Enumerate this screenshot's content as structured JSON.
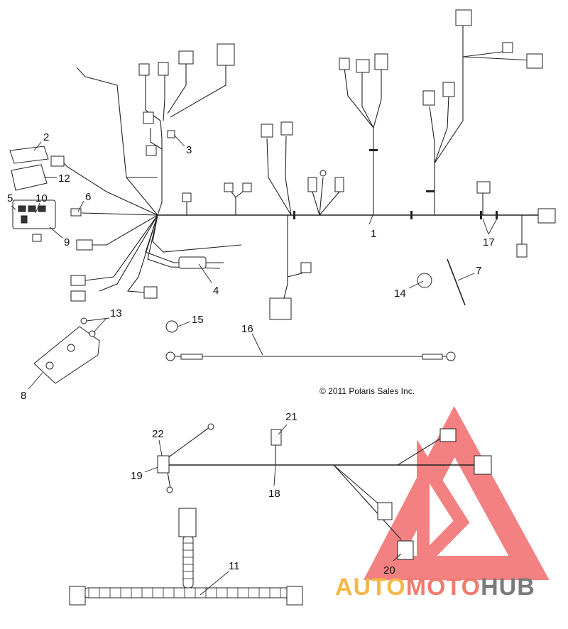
{
  "diagram": {
    "callouts": [
      {
        "id": "c1",
        "label": "1"
      },
      {
        "id": "c2",
        "label": "2"
      },
      {
        "id": "c3",
        "label": "3"
      },
      {
        "id": "c4",
        "label": "4"
      },
      {
        "id": "c5",
        "label": "5"
      },
      {
        "id": "c6",
        "label": "6"
      },
      {
        "id": "c7",
        "label": "7"
      },
      {
        "id": "c8",
        "label": "8"
      },
      {
        "id": "c9",
        "label": "9"
      },
      {
        "id": "c10",
        "label": "10"
      },
      {
        "id": "c11",
        "label": "11"
      },
      {
        "id": "c12",
        "label": "12"
      },
      {
        "id": "c13",
        "label": "13"
      },
      {
        "id": "c14",
        "label": "14"
      },
      {
        "id": "c15",
        "label": "15"
      },
      {
        "id": "c16",
        "label": "16"
      },
      {
        "id": "c17",
        "label": "17"
      },
      {
        "id": "c18",
        "label": "18"
      },
      {
        "id": "c19",
        "label": "19"
      },
      {
        "id": "c20",
        "label": "20"
      },
      {
        "id": "c21",
        "label": "21"
      },
      {
        "id": "c22",
        "label": "22"
      }
    ],
    "copyright": "© 2011 Polaris Sales Inc."
  },
  "watermark": {
    "part1": "AUTO",
    "part2": "MOTO",
    "part3": "HUB",
    "colors": {
      "auto": "#f5b84a",
      "moto": "#f07b6e",
      "hub": "#7a7a7a",
      "logo": "#f26c6c"
    }
  }
}
